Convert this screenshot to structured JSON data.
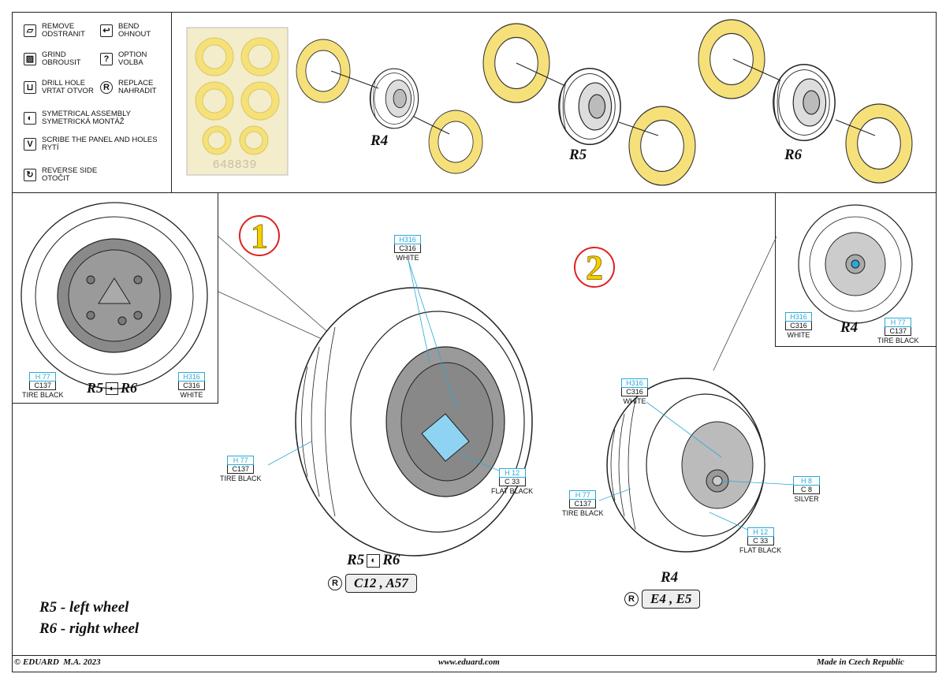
{
  "legend": [
    {
      "icon": "remove-icon",
      "glyph": "▱",
      "line1": "REMOVE",
      "line2": "ODSTRANIT"
    },
    {
      "icon": "bend-icon",
      "glyph": "↩",
      "line1": "BEND",
      "line2": "OHNOUT"
    },
    {
      "icon": "grind-icon",
      "glyph": "▨",
      "line1": "GRIND",
      "line2": "OBROUSIT"
    },
    {
      "icon": "option-icon",
      "glyph": "?",
      "line1": "OPTION",
      "line2": "VOLBA"
    },
    {
      "icon": "drill-hole-icon",
      "glyph": "⊔",
      "line1": "DRILL HOLE",
      "line2": "VRTAT OTVOR"
    },
    {
      "icon": "replace-icon",
      "glyph": "R",
      "line1": "REPLACE",
      "line2": "NAHRADIT"
    },
    {
      "icon": "symmetrical-icon",
      "glyph": "◐",
      "line1": "SYMETRICAL ASSEMBLY",
      "line2": "SYMETRICKÁ MONTÁŽ"
    },
    {
      "icon": "scribe-icon",
      "glyph": "V",
      "line1": "SCRIBE THE PANEL AND HOLES",
      "line2": "RYTÍ"
    },
    {
      "icon": "reverse-side-icon",
      "glyph": "↻",
      "line1": "REVERSE SIDE",
      "line2": "OTOČIT"
    }
  ],
  "mask_sheet": {
    "code": "648839"
  },
  "top_parts": [
    "R4",
    "R5",
    "R6"
  ],
  "steps": {
    "one": "1",
    "two": "2"
  },
  "inset_left": {
    "label_left": "R5",
    "label_right": "R6",
    "colors": [
      {
        "h": "H 77",
        "c": "C137",
        "name": "TIRE BLACK"
      },
      {
        "h": "H316",
        "c": "C316",
        "name": "WHITE"
      }
    ]
  },
  "inset_right": {
    "label": "R4",
    "colors": [
      {
        "h": "H316",
        "c": "C316",
        "name": "WHITE"
      },
      {
        "h": "H 77",
        "c": "C137",
        "name": "TIRE BLACK"
      }
    ]
  },
  "step1": {
    "colors": [
      {
        "h": "H316",
        "c": "C316",
        "name": "WHITE"
      },
      {
        "h": "H 77",
        "c": "C137",
        "name": "TIRE BLACK"
      },
      {
        "h": "H 12",
        "c": "C 33",
        "name": "FLAT BLACK"
      }
    ],
    "label_left": "R5",
    "label_right": "R6",
    "replace": "C12 , A57"
  },
  "step2": {
    "colors": [
      {
        "h": "H316",
        "c": "C316",
        "name": "WHITE"
      },
      {
        "h": "H 77",
        "c": "C137",
        "name": "TIRE BLACK"
      },
      {
        "h": "H 8",
        "c": "C 8",
        "name": "SILVER"
      },
      {
        "h": "H 12",
        "c": "C 33",
        "name": "FLAT BLACK"
      }
    ],
    "label": "R4",
    "replace": "E4 , E5"
  },
  "notes": {
    "left_wheel": "R5 - left wheel",
    "right_wheel": "R6 - right wheel"
  },
  "footer": {
    "copyright": "© EDUARD  M.A. 2023",
    "website": "www.eduard.com",
    "origin": "Made in Czech Republic"
  },
  "colors": {
    "mask_yellow": "#f6e07a",
    "paint_blue": "#2aa8d8",
    "step_red": "#e02020",
    "hub_grey": "#8a8a8a"
  }
}
